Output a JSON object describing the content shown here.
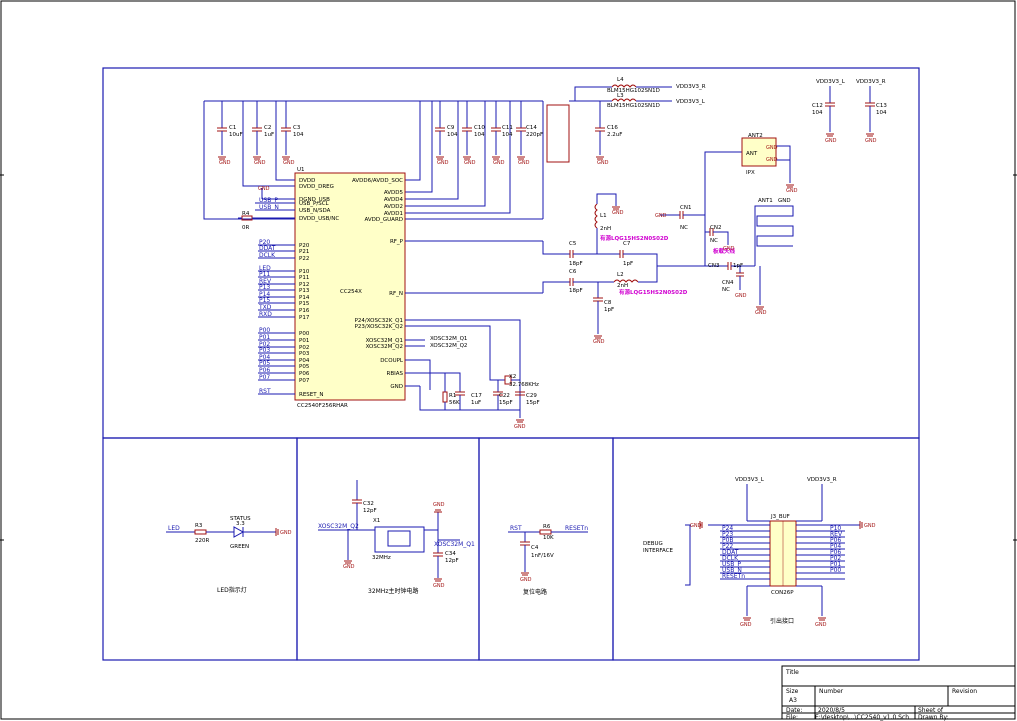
{
  "title_block": {
    "title_label": "Title",
    "size_label": "Size",
    "size_value": "A3",
    "number_label": "Number",
    "revision_label": "Revision",
    "date_label": "Date:",
    "date_value": "2020/8/5",
    "sheet_label": "Sheet    of",
    "file_label": "File:",
    "file_value": "E:\\desktop\\...\\CC2540_v1.0.Sch",
    "drawn_label": "Drawn By:"
  },
  "chip": {
    "designator": "U1",
    "part": "CC2540F256RHAR",
    "name": "CC254X",
    "left_pins": [
      "DVDD",
      "DVDD_DREG",
      "DGND_USB",
      "USB_P/SCL",
      "USB_N/SDA",
      "DVDD_USB/NC",
      "P20",
      "P21",
      "P22",
      "P10",
      "P11",
      "P12",
      "P13",
      "P14",
      "P15",
      "P16",
      "P17",
      "P00",
      "P01",
      "P02",
      "P03",
      "P04",
      "P05",
      "P06",
      "P07",
      "RESET_N"
    ],
    "right_pins": [
      "AVDD6/AVDD_SOC",
      "AVDD5",
      "AVDD4",
      "AVDD2",
      "AVDD1",
      "AVDD_GUARD",
      "RF_P",
      "RF_N",
      "P24/XOSC32K_Q1",
      "P23/XOSC32K_Q2",
      "XOSC32M_Q1",
      "XOSC32M_Q2",
      "DCOUPL",
      "RBIAS",
      "GND"
    ]
  },
  "nets": {
    "vdd_l": "VDD3V3_L",
    "vdd_r": "VDD3V3_R",
    "gnd": "GND",
    "xosc_q1": "XOSC32M_Q1",
    "xosc_q2": "XOSC32M_Q2",
    "usb_p": "USB_P",
    "usb_n": "USB_N",
    "rst": "RST",
    "led": "LED",
    "resetn": "RESETn"
  },
  "components": {
    "c1": "C1",
    "c1v": "10uF",
    "c2": "C2",
    "c2v": "1uF",
    "c3": "C3",
    "c3v": "104",
    "c9": "C9",
    "c9v": "104",
    "c10": "C10",
    "c10v": "104",
    "c11": "C11",
    "c11v": "104",
    "c14": "C14",
    "c14v": "220pF",
    "c16": "C16",
    "c16v": "2.2uF",
    "c12": "C12",
    "c12v": "104",
    "c13": "C13",
    "c13v": "104",
    "l4": "L4",
    "l4v": "BLM15HG102SN1D",
    "l3": "L3",
    "l3v": "BLM15HG102SN1D",
    "r4": "R4",
    "r4v": "0R",
    "l1": "L1",
    "l1v": "2nH",
    "l1note": "有源LQG15HS2N0S02D",
    "l2": "L2",
    "l2v": "2nH",
    "l2note": "有源LQG15HS2N0S02D",
    "c5": "C5",
    "c5v": "18pF",
    "c6": "C6",
    "c6v": "18pF",
    "c7": "C7",
    "c7v": "1pF",
    "c8": "C8",
    "c8v": "1pF",
    "cn1": "CN1",
    "cn1v": "NC",
    "cn2": "CN2",
    "cn2v": "NC",
    "cn3": "CN3",
    "cn3v": "1pF",
    "cn4": "CN4",
    "cn4v": "NC",
    "ant_note": "板载天线",
    "ant2": "ANT2",
    "ant2_pin": "ANT",
    "ant2_gnd": "GND",
    "ipx": "IPX",
    "ant1": "ANT1",
    "r1": "R1",
    "r1v": "56K",
    "c17": "C17",
    "c17v": "1uF",
    "x2": "X2",
    "x2v": "32.768KHz",
    "c22": "C22",
    "c22v": "15pF",
    "c29": "C29",
    "c29v": "15pF",
    "r3": "R3",
    "r3v": "220R",
    "status": "STATUS",
    "status_ref": "3.3",
    "green": "GREEN",
    "c32": "C32",
    "c32v": "12pF",
    "x1": "X1",
    "x1v": "32MHz",
    "c34": "C34",
    "c34v": "12pF",
    "r6": "R6",
    "r6v": "10K",
    "c4": "C4",
    "c4v": "1nF/16V",
    "j3": "J3_BUF",
    "j3_part": "CON26P",
    "debug1": "DEBUG",
    "debug2": "INTERFACE"
  },
  "sections": {
    "led": "LED指示灯",
    "osc": "32MHz主时钟电路",
    "reset": "复位电路",
    "debug": "引出接口"
  },
  "header_pins": {
    "left": [
      "P24",
      "P23",
      "P0B",
      "P22",
      "DDAT",
      "DCLK",
      "USB_P",
      "USB_N",
      "RESETn"
    ],
    "right": [
      "P10",
      "REV",
      "P06",
      "P04",
      "P06",
      "P02",
      "P01",
      "P00"
    ]
  },
  "left_labels": [
    "USB_P",
    "USB_N",
    "P20",
    "DDAT",
    "DCLK",
    "LED",
    "P11",
    "REV",
    "P13",
    "P14",
    "P15",
    "TXD",
    "RXD",
    "P00",
    "P01",
    "P02",
    "P03",
    "P04",
    "P05",
    "P06",
    "P07",
    "RST"
  ]
}
